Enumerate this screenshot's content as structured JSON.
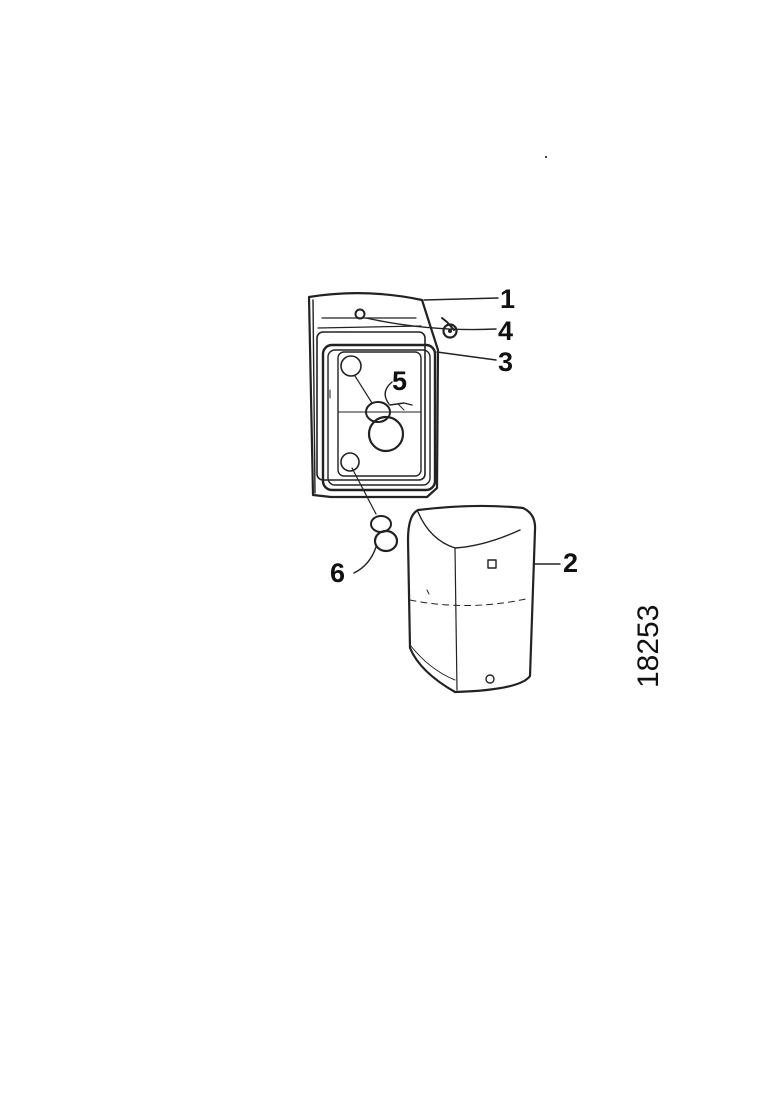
{
  "figure": {
    "number": "18253",
    "callouts": {
      "c1": "1",
      "c2": "2",
      "c3": "3",
      "c4": "4",
      "c5": "5",
      "c6": "6"
    }
  },
  "colors": {
    "ink": "#222222",
    "paper": "#ffffff"
  }
}
